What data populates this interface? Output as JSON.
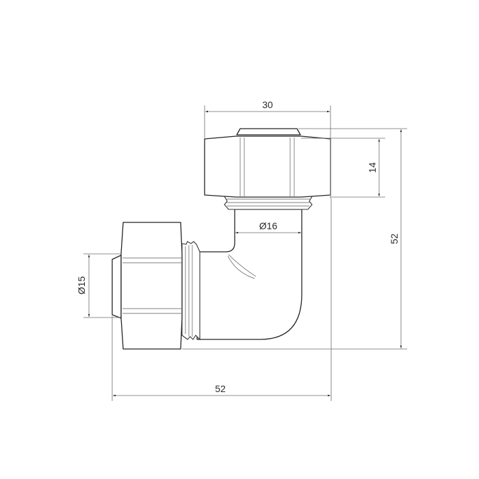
{
  "drawing": {
    "subject": "elbow compression fitting, 90 degree",
    "dimensions": {
      "top_width": "30",
      "nut_height": "14",
      "total_height": "52",
      "total_width": "52",
      "top_bore": "Ø16",
      "side_bore": "Ø15"
    },
    "colors": {
      "background": "#ffffff",
      "outline": "#222222",
      "dimension_line": "#6a6a6a",
      "text": "#2a2a2a"
    }
  }
}
